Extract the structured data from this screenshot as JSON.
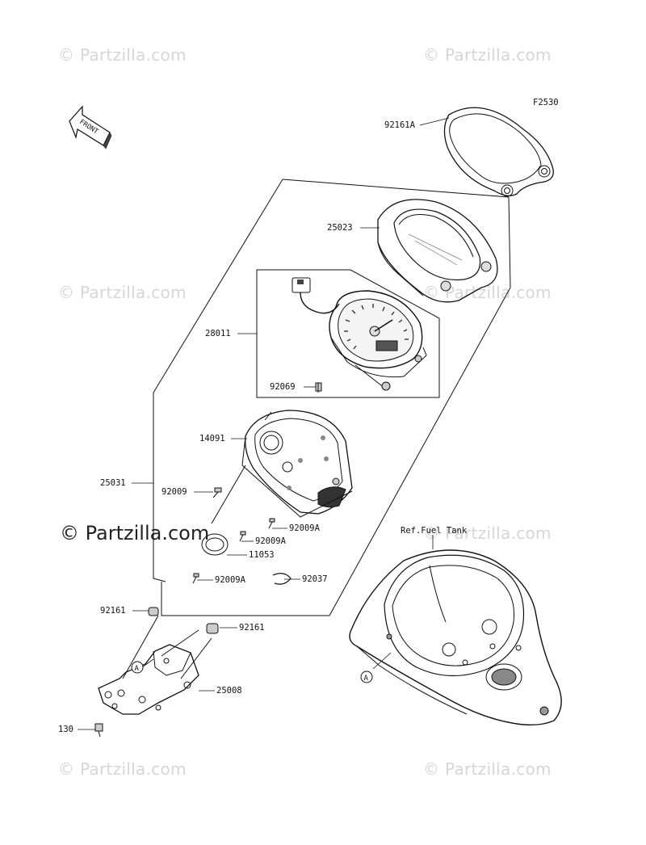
{
  "figure_code": "F2530",
  "watermark": "© Partzilla.com",
  "watermark_large": "© Partzilla.com",
  "front_label": "FRONT",
  "ref_label": "A",
  "parts": {
    "p92161A": "92161A",
    "p25023": "25023",
    "p28011": "28011",
    "p92069": "92069",
    "p14091": "14091",
    "p25031": "25031",
    "p92009": "92009",
    "p92009A_1": "92009A",
    "p92009A_2": "92009A",
    "p11053": "11053",
    "p92009A_3": "92009A",
    "p92037": "92037",
    "p92161_1": "92161",
    "p92161_2": "92161",
    "p25008": "25008",
    "p130": "130",
    "fuel_tank": "Ref.Fuel Tank"
  }
}
